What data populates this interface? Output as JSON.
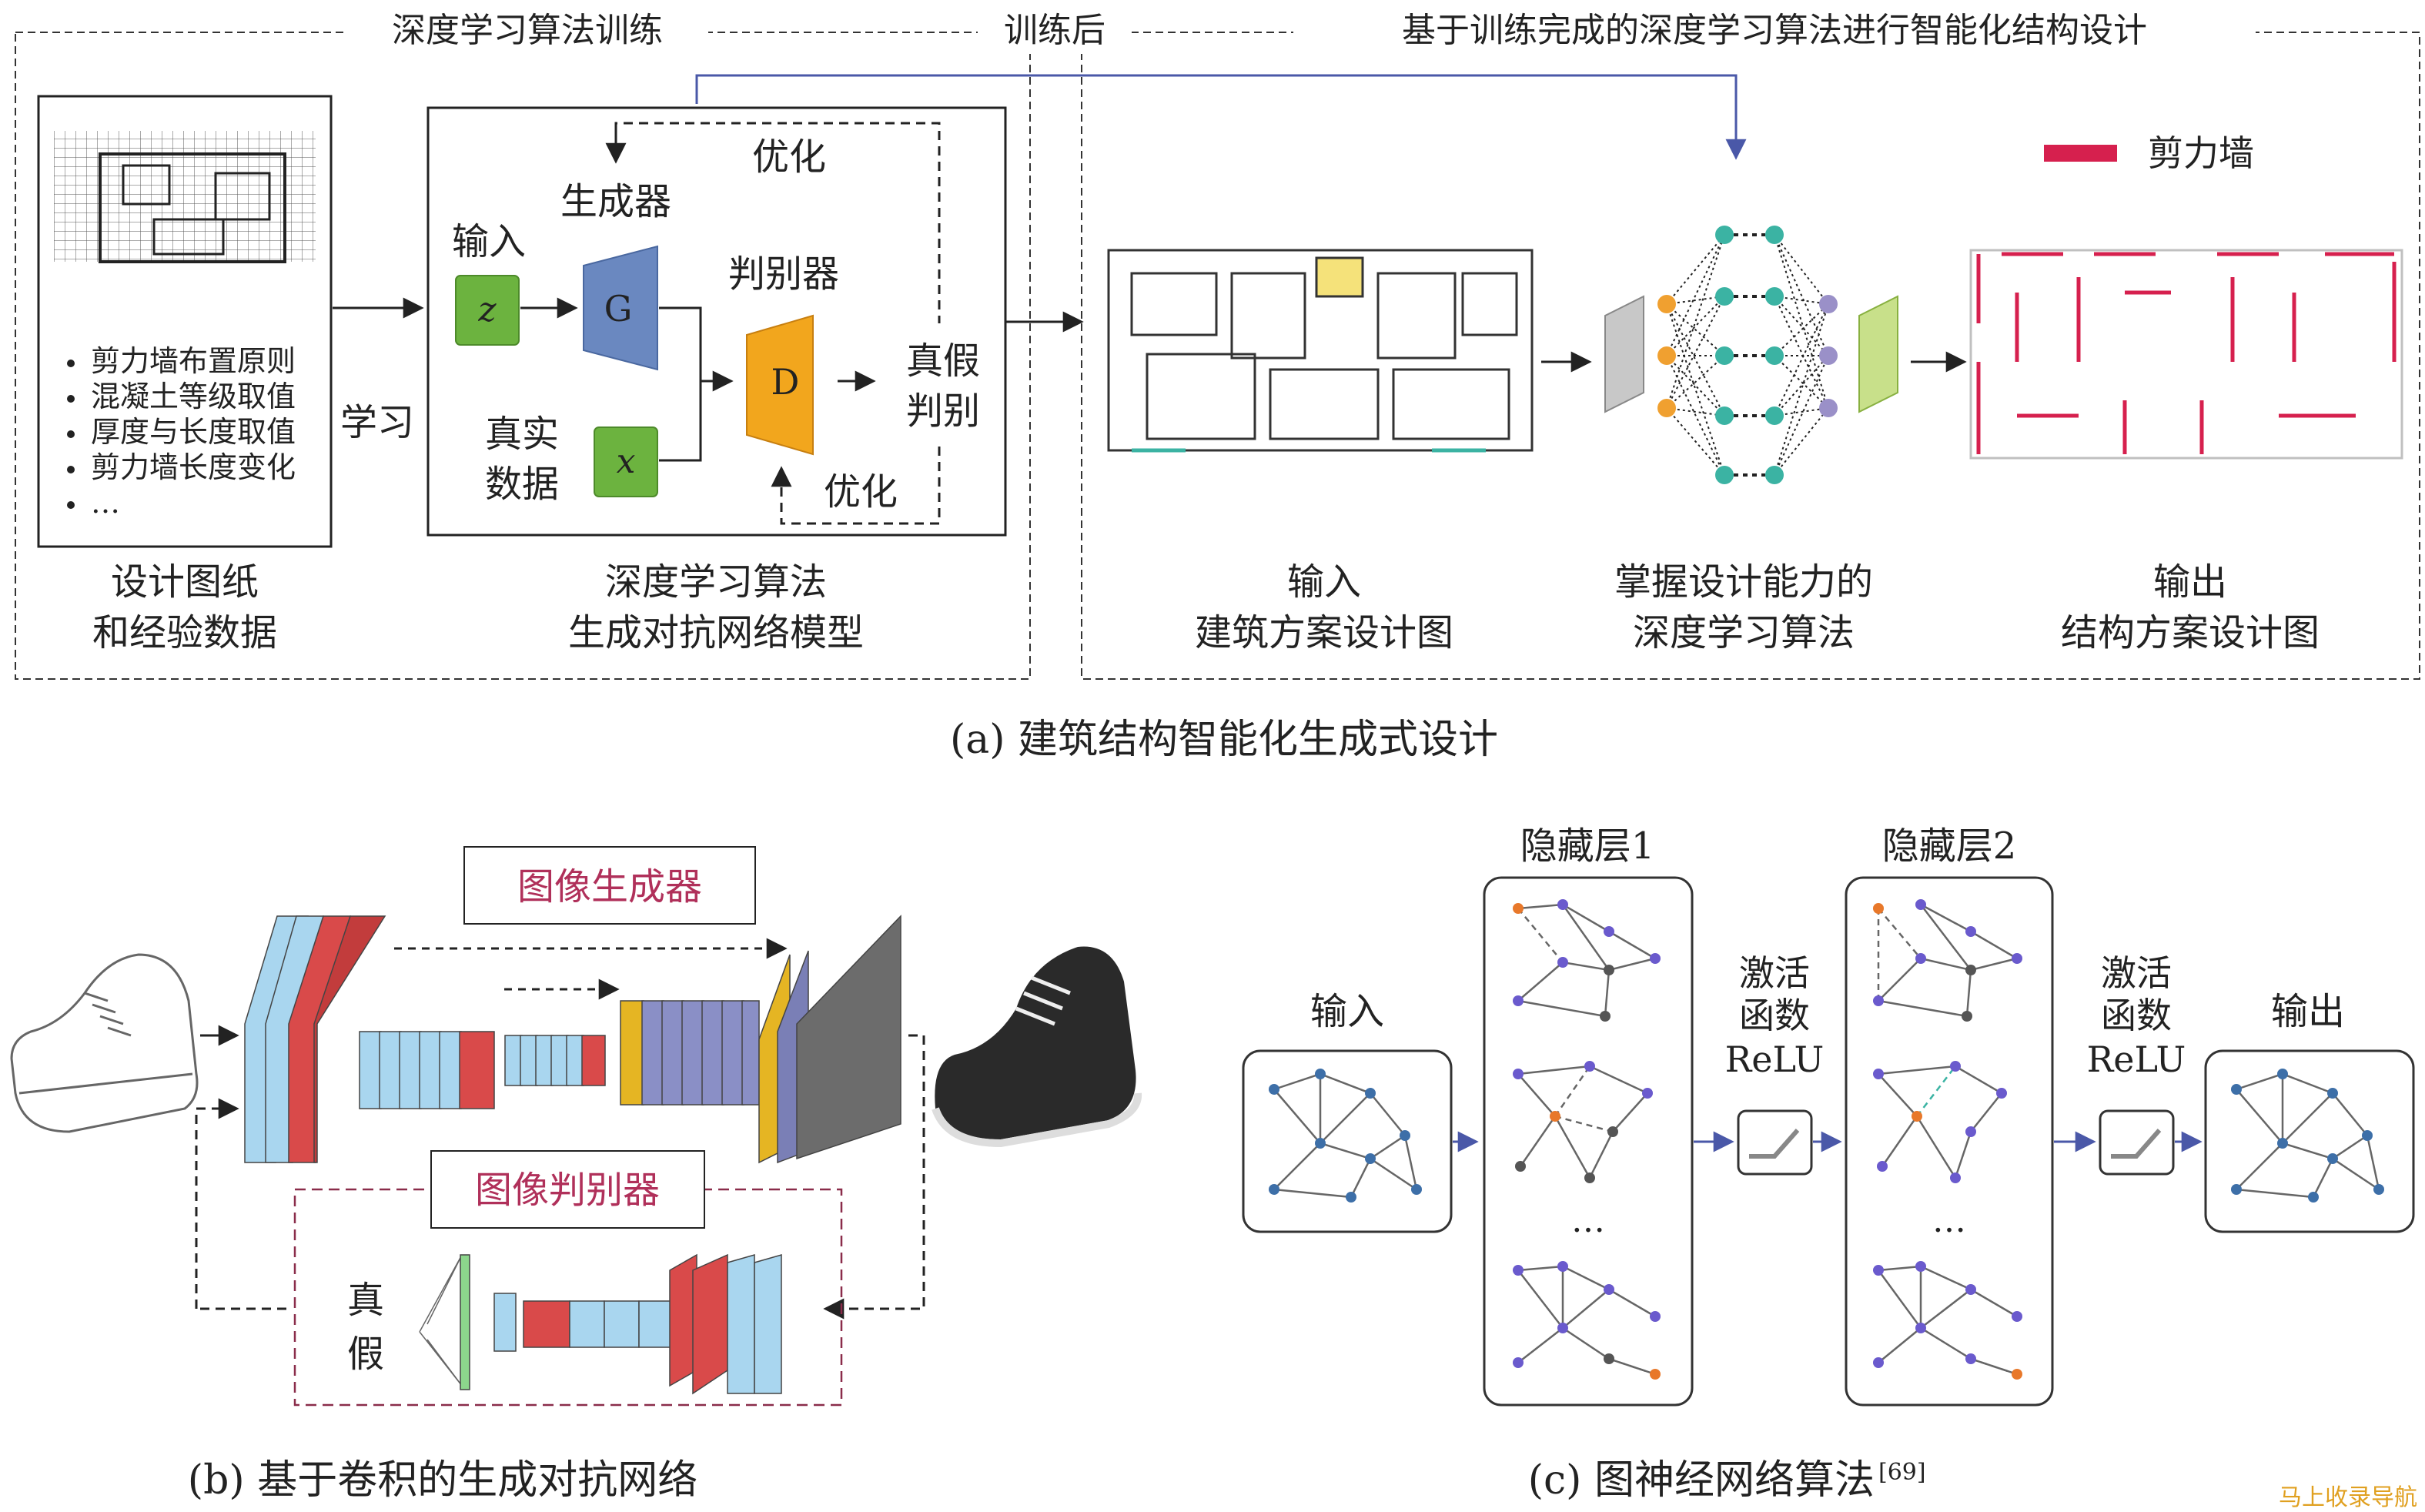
{
  "panel_a": {
    "section_train": "深度学习算法训练",
    "section_after": "训练后",
    "section_design": "基于训练完成的深度学习算法进行智能化结构设计",
    "bullets": [
      "剪力墙布置原则",
      "混凝土等级取值",
      "厚度与长度取值",
      "剪力墙长度变化",
      "…"
    ],
    "learn_label": "学习",
    "drawings_caption": [
      "设计图纸",
      "和经验数据"
    ],
    "generator": "生成器",
    "optimize_top": "优化",
    "input": "输入",
    "discriminator": "判别器",
    "real_data": [
      "真实",
      "数据"
    ],
    "real_fake": [
      "真假",
      "判别"
    ],
    "optimize_bottom": "优化",
    "z_symbol": "z",
    "x_symbol": "x",
    "G_symbol": "G",
    "D_symbol": "D",
    "gan_caption": [
      "深度学习算法",
      "生成对抗网络模型"
    ],
    "legend": "剪力墙",
    "input_caption": [
      "输入",
      "建筑方案设计图"
    ],
    "algo_caption": [
      "掌握设计能力的",
      "深度学习算法"
    ],
    "output_caption": [
      "输出",
      "结构方案设计图"
    ],
    "caption": "(a) 建筑结构智能化生成式设计"
  },
  "panel_b": {
    "generator_label": "图像生成器",
    "discriminator_label": "图像判别器",
    "real": "真",
    "fake": "假",
    "caption": "(b) 基于卷积的生成对抗网络"
  },
  "panel_c": {
    "input": "输入",
    "hidden1": "隐藏层1",
    "hidden2": "隐藏层2",
    "activation1": [
      "激活",
      "函数",
      "ReLU"
    ],
    "activation2": [
      "激活",
      "函数",
      "ReLU"
    ],
    "ellipsis": "…",
    "output": "输出",
    "caption": "(c) 图神经网络算法",
    "caption_ref": "[69]"
  },
  "watermark": "马上收录导航",
  "colors": {
    "shear_wall": "#d6204e",
    "accent_blue": "#4a58a8",
    "teal_node": "#3bb3a3",
    "orange_node": "#f0a030",
    "purple_node": "#6a5acd",
    "orange_highlight": "#e8782a"
  }
}
